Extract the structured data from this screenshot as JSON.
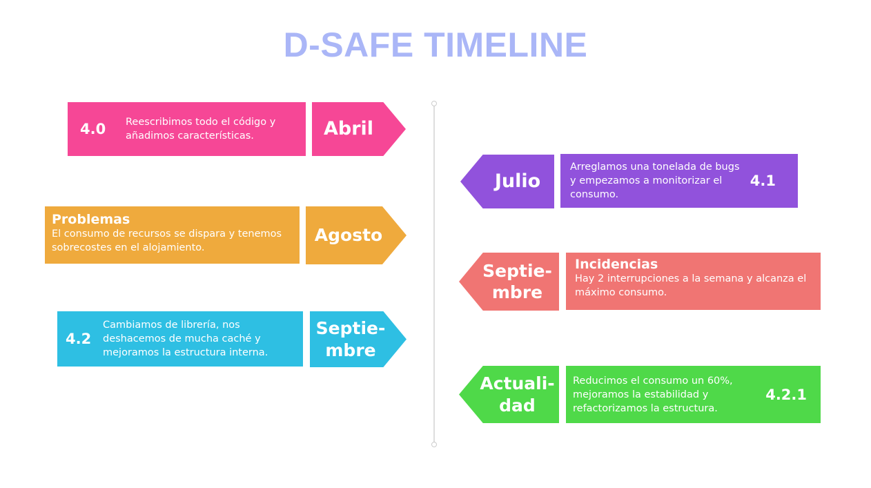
{
  "title": "D-SAFE TIMELINE",
  "colors": {
    "title": "#aab6f7",
    "pink": "#f64796",
    "orange": "#efaa3d",
    "blue": "#2ebfe3",
    "purple": "#9152dc",
    "coral": "#f07573",
    "green": "#4fd949"
  },
  "events": [
    {
      "side": "left",
      "version": "4.0",
      "description": "Reescribimos todo el código y añadimos características.",
      "month": "Abril",
      "color": "#f64796"
    },
    {
      "side": "right",
      "version": "4.1",
      "description": "Arreglamos una tonelada de bugs y empezamos a monitorizar el consumo.",
      "month": "Julio",
      "color": "#9152dc"
    },
    {
      "side": "left",
      "heading": "Problemas",
      "description": "El consumo de recursos se dispara y tenemos sobrecostes en el alojamiento.",
      "month": "Agosto",
      "color": "#efaa3d"
    },
    {
      "side": "right",
      "heading": "Incidencias",
      "description": "Hay 2 interrupciones a la semana y alcanza el máximo consumo.",
      "month": "Septie-\nmbre",
      "color": "#f07573"
    },
    {
      "side": "left",
      "version": "4.2",
      "description": "Cambiamos de librería, nos deshacemos de mucha caché y mejoramos la estructura interna.",
      "month": "Septie-\nmbre",
      "color": "#2ebfe3"
    },
    {
      "side": "right",
      "version": "4.2.1",
      "description": "Reducimos el consumo un 60%, mejoramos la estabilidad y refactorizamos la estructura.",
      "month": "Actuali-\ndad",
      "color": "#4fd949"
    }
  ]
}
